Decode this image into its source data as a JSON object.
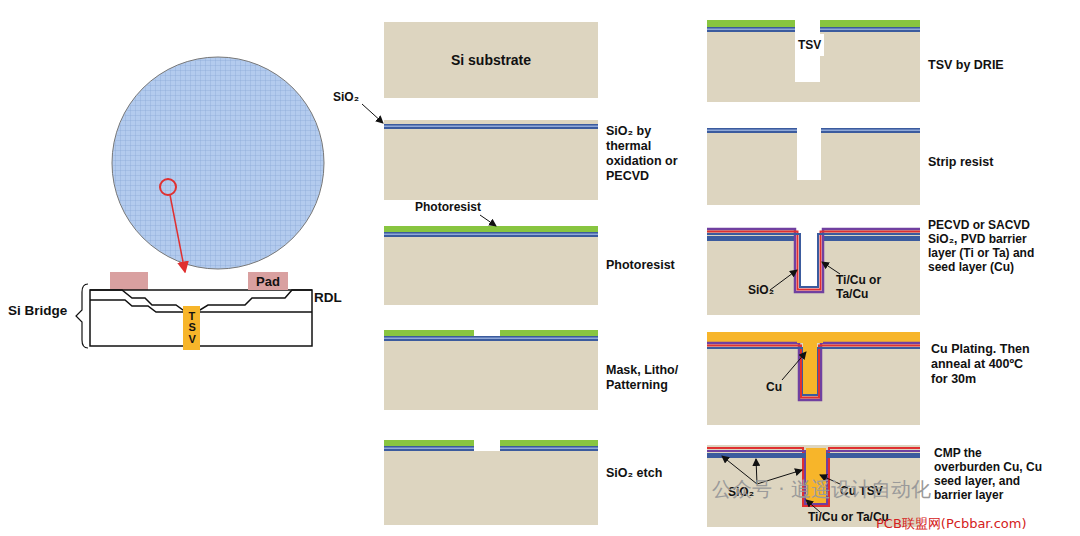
{
  "diagram": {
    "nodes": [
      {
        "text": [
          "Si substrate"
        ]
      },
      {
        "text": [
          "Pad"
        ]
      },
      {
        "text": [
          "TSV"
        ]
      },
      {
        "text": [
          "TSV"
        ]
      }
    ],
    "labels": [
      "Si Bridge",
      "RDL",
      "SiO₂",
      "SiO₂ by thermal oxidation or PECVD",
      "Photoresist",
      "Photoresist",
      "Mask, Litho/ Patterning",
      "SiO₂ etch",
      "TSV by DRIE",
      "Strip resist",
      "PECVD or SACVD SiO₂, PVD barrier layer (Ti or Ta) and seed layer (Cu)",
      "SiO₂",
      "Ti/Cu or Ta/Cu",
      "Cu Plating. Then anneal at 400ºC for 30m",
      "Cu",
      "CMP the overburden Cu, Cu seed layer, and barrier layer",
      "SiO₂",
      "Cu TSV",
      "Ti/Cu  or Ta/Cu",
      "公众号 · 逍遥设计自动化",
      "PCB联盟网(Pcbbar.com)"
    ]
  }
}
